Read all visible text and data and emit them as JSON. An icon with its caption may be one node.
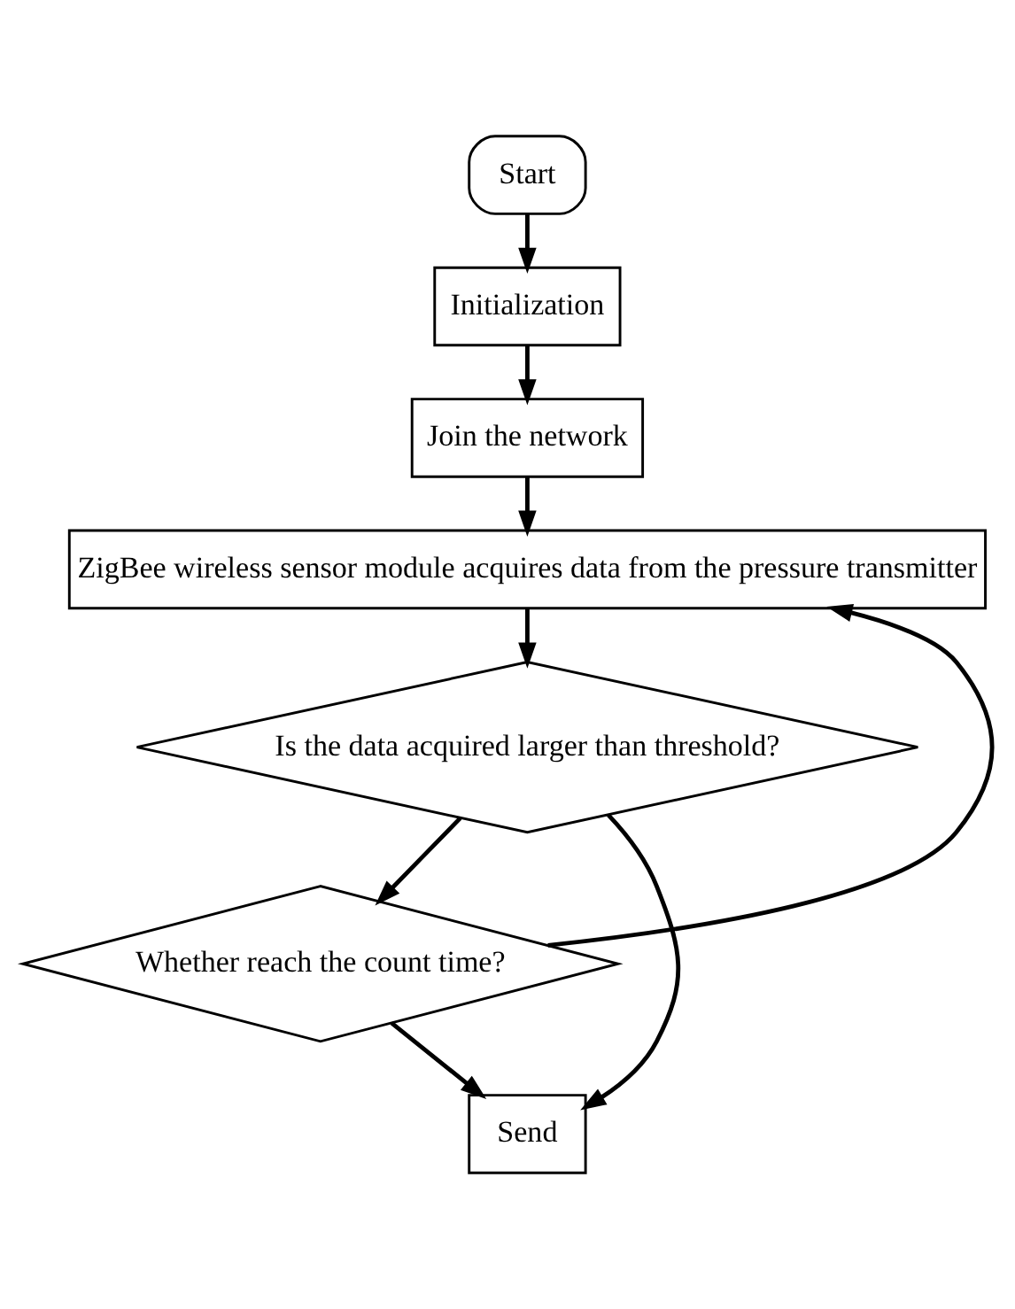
{
  "diagram": {
    "nodes": [
      {
        "text": [
          "Start"
        ]
      },
      {
        "text": [
          "Initialization"
        ]
      },
      {
        "text": [
          "Join the network"
        ]
      },
      {
        "text": [
          "ZigBee wireless sensor module acquires data from the pressure transmitter"
        ]
      },
      {
        "text": [
          "Is the data acquired larger than threshold?"
        ]
      },
      {
        "text": [
          "Whether reach the count time?"
        ]
      },
      {
        "text": [
          "Send"
        ]
      }
    ],
    "edges": [
      {
        "from": 0,
        "to": 1,
        "arrow": "to"
      },
      {
        "from": 1,
        "to": 2,
        "arrow": "to"
      },
      {
        "from": 2,
        "to": 3,
        "arrow": "to"
      },
      {
        "from": 3,
        "to": 4,
        "arrow": "to"
      },
      {
        "from": 4,
        "to": 5,
        "arrow": "to"
      },
      {
        "from": 5,
        "to": 3,
        "arrow": "to"
      },
      {
        "from": 5,
        "to": 6,
        "arrow": "to"
      },
      {
        "from": 4,
        "to": 6,
        "arrow": "to"
      }
    ]
  }
}
